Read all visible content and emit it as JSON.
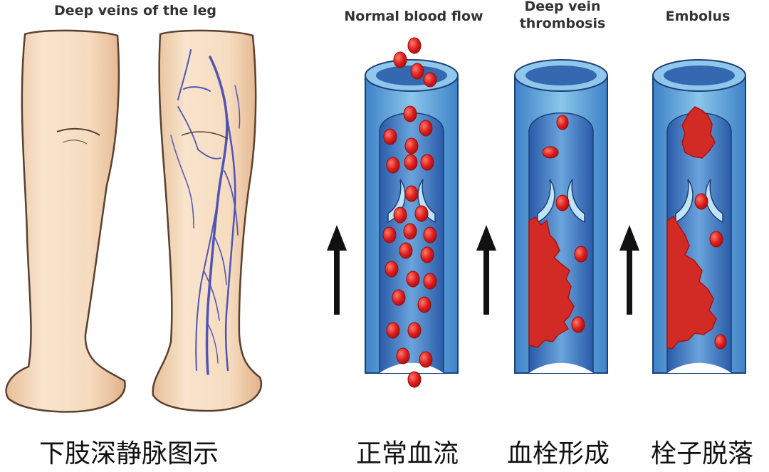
{
  "legs": {
    "title": "Deep veins of the leg",
    "caption": "下肢深静脉图示"
  },
  "panels": [
    {
      "title": "Normal blood flow",
      "caption": "正常血流"
    },
    {
      "title_line1": "Deep vein",
      "title_line2": "thrombosis",
      "caption": "血栓形成"
    },
    {
      "title": "Embolus",
      "caption": "栓子脱落"
    }
  ],
  "colors": {
    "vessel_outer": "#6ab4dc",
    "vessel_inner": "#2f64b4",
    "vein_line": "#5055b4",
    "blood_cell": "#dc1e1e",
    "clot": "#d22a24",
    "skin": "#f4dcc2",
    "arrow": "#111111"
  },
  "icons": [
    "up-arrow-icon",
    "up-arrow-icon",
    "up-arrow-icon"
  ]
}
